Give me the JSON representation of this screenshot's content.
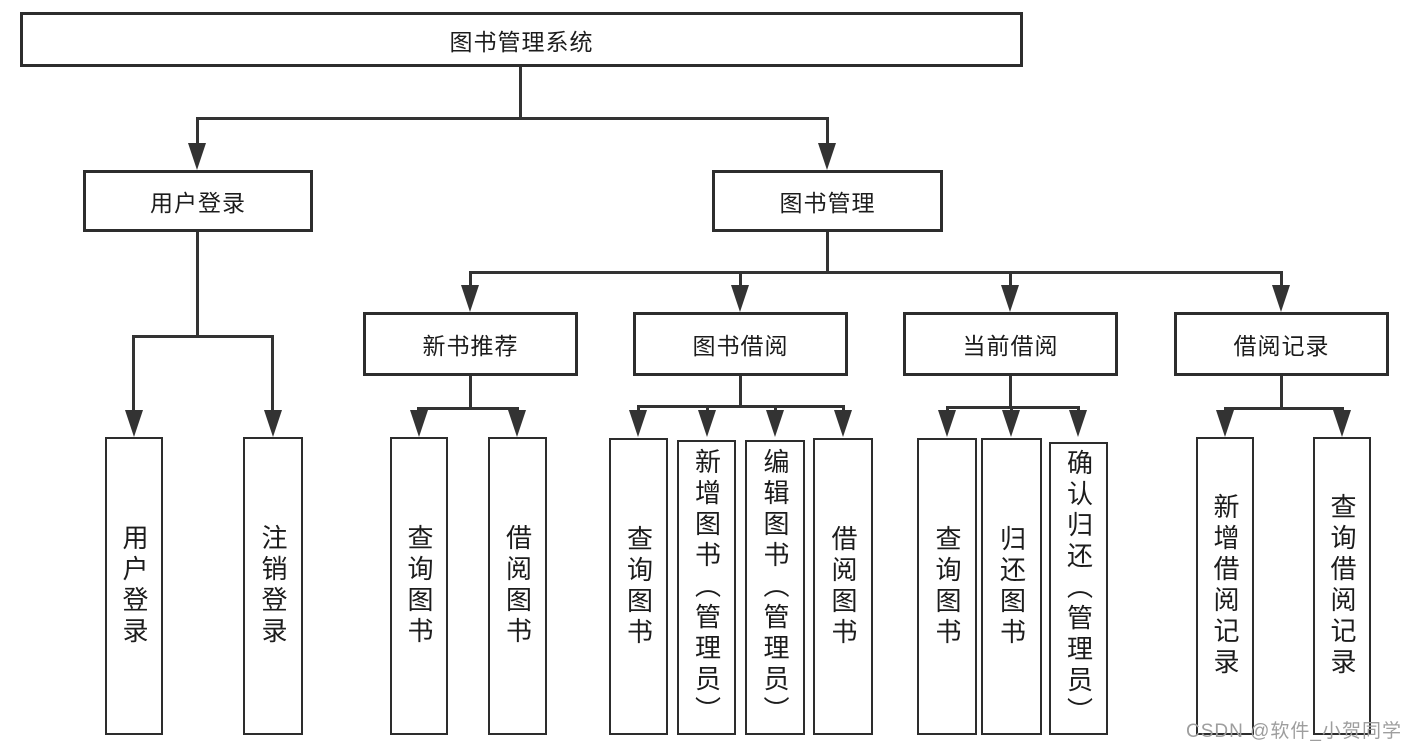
{
  "watermark": "CSDN @软件_小贺同学",
  "colors": {
    "line": "#333333",
    "box_border": "#2d2d2d",
    "text": "#1c1c1c",
    "watermark": "#9e9e9e",
    "background": "#ffffff"
  },
  "tree": {
    "root": "图书管理系统",
    "children": [
      {
        "label": "用户登录",
        "children": [
          "用户登录",
          "注销登录"
        ]
      },
      {
        "label": "图书管理",
        "children": [
          {
            "label": "新书推荐",
            "children": [
              "查询图书",
              "借阅图书"
            ]
          },
          {
            "label": "图书借阅",
            "children": [
              "查询图书",
              "新增图书（管理员）",
              "编辑图书（管理员）",
              "借阅图书"
            ]
          },
          {
            "label": "当前借阅",
            "children": [
              "查询图书",
              "归还图书",
              "确认归还（管理员）"
            ]
          },
          {
            "label": "借阅记录",
            "children": [
              "新增借阅记录",
              "查询借阅记录"
            ]
          }
        ]
      }
    ]
  }
}
